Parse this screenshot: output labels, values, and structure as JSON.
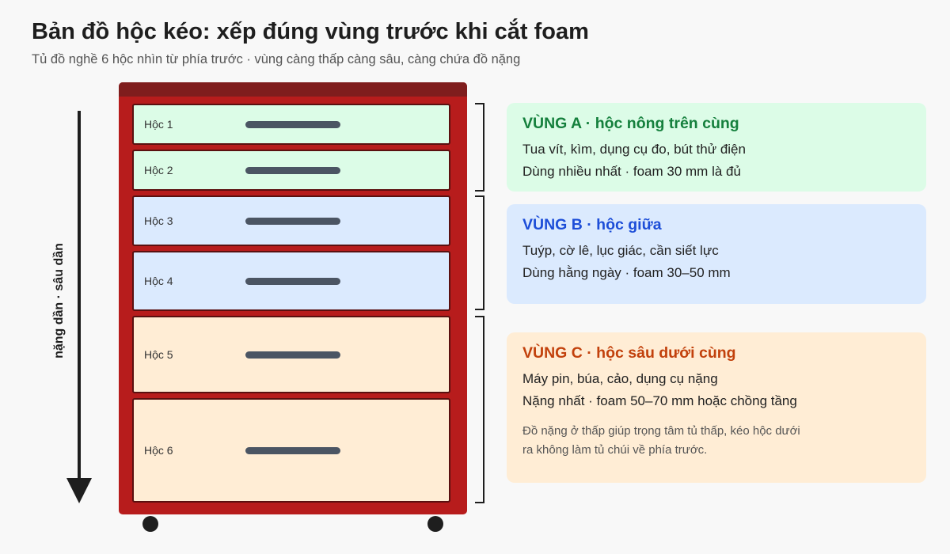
{
  "title": "Bản đồ hộc kéo: xếp đúng vùng trước khi cắt foam",
  "subtitle": "Tủ đồ nghề 6 hộc nhìn từ phía trước · vùng càng thấp càng sâu, càng chứa đồ nặng",
  "arrow_label": "nặng dần · sâu dần",
  "drawers": [
    {
      "label": "Hộc 1",
      "zone": "A"
    },
    {
      "label": "Hộc 2",
      "zone": "A"
    },
    {
      "label": "Hộc 3",
      "zone": "B"
    },
    {
      "label": "Hộc 4",
      "zone": "B"
    },
    {
      "label": "Hộc 5",
      "zone": "C"
    },
    {
      "label": "Hộc 6",
      "zone": "C"
    }
  ],
  "zones": {
    "a": {
      "title": "VÙNG A · hộc nông trên cùng",
      "line1": "Tua vít, kìm, dụng cụ đo, bút thử điện",
      "line2": "Dùng nhiều nhất · foam 30 mm là đủ",
      "color": "#15803d",
      "bg": "#dcfce7"
    },
    "b": {
      "title": "VÙNG B · hộc giữa",
      "line1": "Tuýp, cờ lê, lục giác, cần siết lực",
      "line2": "Dùng hằng ngày · foam 30–50 mm",
      "color": "#1d4ed8",
      "bg": "#dbeafe"
    },
    "c": {
      "title": "VÙNG C · hộc sâu dưới cùng",
      "line1": "Máy pin, búa, cảo, dụng cụ nặng",
      "line2": "Nặng nhất · foam 50–70 mm hoặc chồng tầng",
      "note": "Đồ nặng ở thấp giúp trọng tâm tủ thấp, kéo hộc dưới ra không làm tủ chúi về phía trước.",
      "color": "#c2410c",
      "bg": "#ffedd5"
    }
  },
  "colors": {
    "cabinet": "#b71c1c",
    "cabinet_top": "#7f1d1d",
    "handle": "#4b5563"
  }
}
